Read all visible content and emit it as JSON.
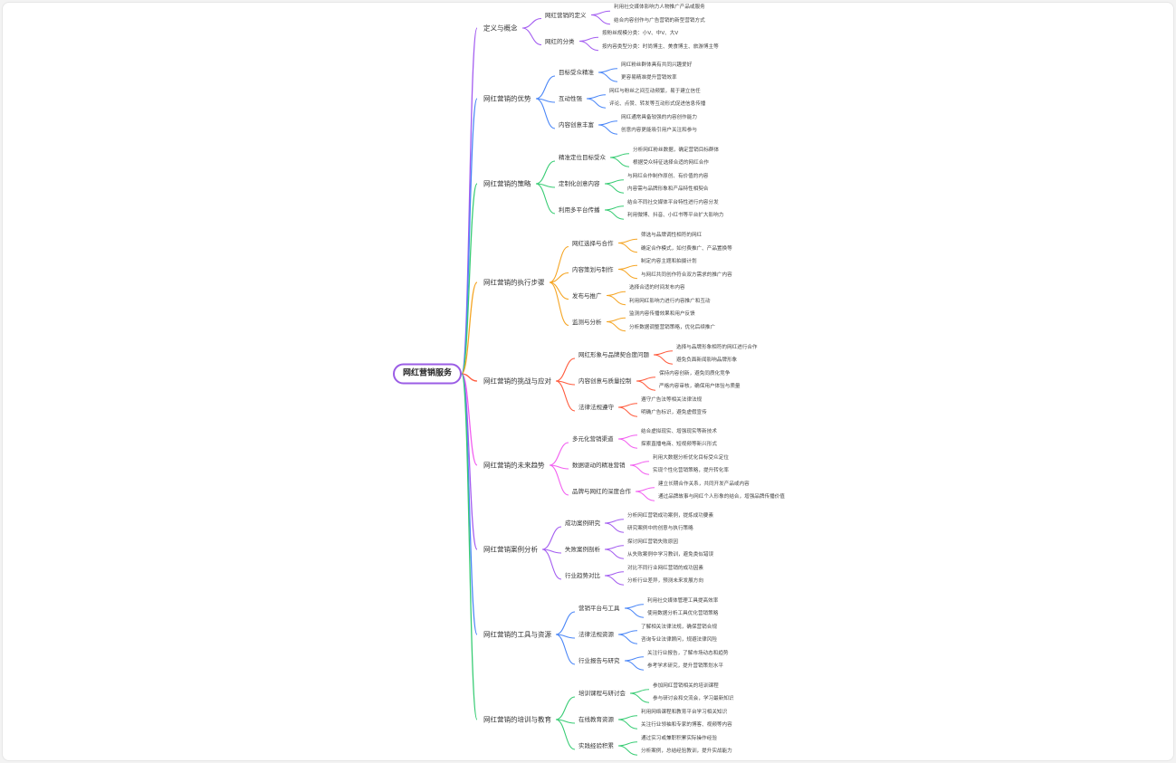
{
  "root": "网红营销服务",
  "colors": [
    "#a35cf0",
    "#4a86f7",
    "#38cc74",
    "#f5a524",
    "#ff5a3c",
    "#f25ef0",
    "#a35cf0",
    "#4a86f7",
    "#38cc74"
  ],
  "branches": [
    {
      "label": "定义与概念",
      "subs": [
        {
          "label": "网红营销的定义",
          "leaves": [
            "利用社交媒体影响力人物推广产品或服务",
            "结合内容创作与广告营销的新型营销方式"
          ]
        },
        {
          "label": "网红的分类",
          "leaves": [
            "按粉丝规模分类：小V、中V、大V",
            "按内容类型分类：时尚博主、美食博主、旅游博主等"
          ]
        }
      ]
    },
    {
      "label": "网红营销的优势",
      "subs": [
        {
          "label": "目标受众精准",
          "leaves": [
            "网红粉丝群体具有共同兴趣爱好",
            "更容易精准提升营销效率"
          ]
        },
        {
          "label": "互动性强",
          "leaves": [
            "网红与粉丝之间互动频繁，易于建立信任",
            "评论、点赞、转发等互动形式促进信息传播"
          ]
        },
        {
          "label": "内容创意丰富",
          "leaves": [
            "网红通常具备较强的内容创作能力",
            "创意内容更能吸引用户关注和参与"
          ]
        }
      ]
    },
    {
      "label": "网红营销的策略",
      "subs": [
        {
          "label": "精准定位目标受众",
          "leaves": [
            "分析网红粉丝数据，确定营销目标群体",
            "根据受众特征选择合适的网红合作"
          ]
        },
        {
          "label": "定制化创意内容",
          "leaves": [
            "与网红合作制作原创、有价值的内容",
            "内容需与品牌形象和产品特性相契合"
          ]
        },
        {
          "label": "利用多平台传播",
          "leaves": [
            "结合不同社交媒体平台特性进行内容分发",
            "利用微博、抖音、小红书等平台扩大影响力"
          ]
        }
      ]
    },
    {
      "label": "网红营销的执行步骤",
      "subs": [
        {
          "label": "网红选择与合作",
          "leaves": [
            "筛选与品牌调性相符的网红",
            "确定合作模式，如付费推广、产品置换等"
          ]
        },
        {
          "label": "内容策划与制作",
          "leaves": [
            "制定内容主题和拍摄计划",
            "与网红共同创作符合双方需求的推广内容"
          ]
        },
        {
          "label": "发布与推广",
          "leaves": [
            "选择合适的时间发布内容",
            "利用网红影响力进行内容推广和互动"
          ]
        },
        {
          "label": "监测与分析",
          "leaves": [
            "监测内容传播效果和用户反馈",
            "分析数据调整营销策略，优化后续推广"
          ]
        }
      ]
    },
    {
      "label": "网红营销的挑战与应对",
      "subs": [
        {
          "label": "网红形象与品牌契合度问题",
          "leaves": [
            "选择与品牌形象相符的网红进行合作",
            "避免负面新闻影响品牌形象"
          ]
        },
        {
          "label": "内容创意与质量控制",
          "leaves": [
            "保持内容创新，避免同质化竞争",
            "严格内容审核，确保用户体验与质量"
          ]
        },
        {
          "label": "法律法规遵守",
          "leaves": [
            "遵守广告法等相关法律法规",
            "明确广告标识，避免虚假宣传"
          ]
        }
      ]
    },
    {
      "label": "网红营销的未来趋势",
      "subs": [
        {
          "label": "多元化营销渠道",
          "leaves": [
            "结合虚拟现实、增强现实等新技术",
            "探索直播电商、短视频等新兴形式"
          ]
        },
        {
          "label": "数据驱动的精准营销",
          "leaves": [
            "利用大数据分析优化目标受众定位",
            "实现个性化营销策略，提升转化率"
          ]
        },
        {
          "label": "品牌与网红的深度合作",
          "leaves": [
            "建立长期合作关系，共同开发产品或内容",
            "通过品牌故事与网红个人形象的结合，增强品牌传播价值"
          ]
        }
      ]
    },
    {
      "label": "网红营销案例分析",
      "subs": [
        {
          "label": "成功案例研究",
          "leaves": [
            "分析网红营销成功案例，提炼成功要素",
            "研究案例中的创意与执行策略"
          ]
        },
        {
          "label": "失败案例剖析",
          "leaves": [
            "探讨网红营销失败原因",
            "从失败案例中学习教训，避免类似错误"
          ]
        },
        {
          "label": "行业趋势对比",
          "leaves": [
            "对比不同行业网红营销的成功因素",
            "分析行业差异，预测未来发展方向"
          ]
        }
      ]
    },
    {
      "label": "网红营销的工具与资源",
      "subs": [
        {
          "label": "营销平台与工具",
          "leaves": [
            "利用社交媒体管理工具提高效率",
            "使用数据分析工具优化营销策略"
          ]
        },
        {
          "label": "法律法规资源",
          "leaves": [
            "了解相关法律法规，确保营销合规",
            "咨询专业法律顾问，规避法律风险"
          ]
        },
        {
          "label": "行业报告与研究",
          "leaves": [
            "关注行业报告，了解市场动态和趋势",
            "参考学术研究，提升营销策划水平"
          ]
        }
      ]
    },
    {
      "label": "网红营销的培训与教育",
      "subs": [
        {
          "label": "培训课程与研讨会",
          "leaves": [
            "参加网红营销相关的培训课程",
            "参与研讨会和交流会，学习最新知识"
          ]
        },
        {
          "label": "在线教育资源",
          "leaves": [
            "利用网络课程和教育平台学习相关知识",
            "关注行业领袖和专家的博客、视频等内容"
          ]
        },
        {
          "label": "实践经验积累",
          "leaves": [
            "通过实习或兼职积累实际操作经验",
            "分析案例，总结经验教训，提升实战能力"
          ]
        }
      ]
    }
  ]
}
